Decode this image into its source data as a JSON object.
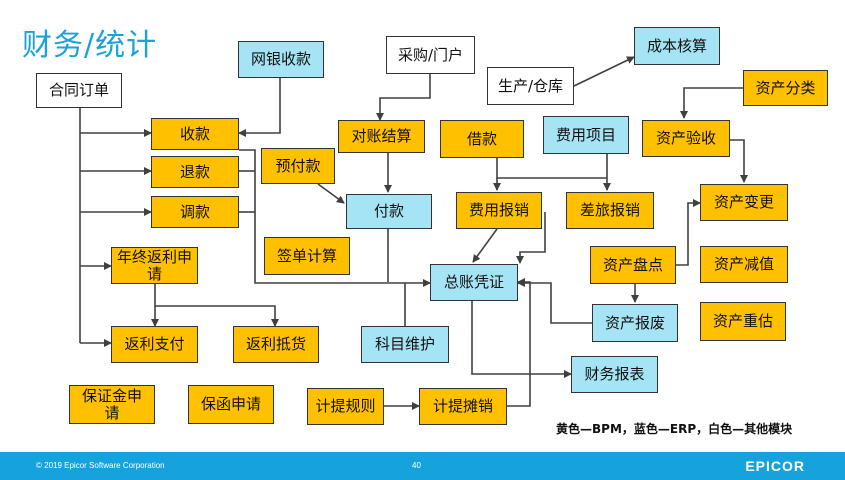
{
  "title": "财务/统计",
  "nodes": {
    "hetong": "合同订单",
    "wangyin": "网银收款",
    "caigou": "采购/门户",
    "chengben": "成本核算",
    "shengchan": "生产/仓库",
    "zichanfenlei": "资产分类",
    "shoukuan": "收款",
    "duizhang": "对账结算",
    "jiekuan": "借款",
    "feiyongxiangmu": "费用项目",
    "zichanyanshou": "资产验收",
    "tuikuan": "退款",
    "yufukuan": "预付款",
    "fukuan": "付款",
    "feiyongbaoxiao": "费用报销",
    "chailv": "差旅报销",
    "zichanbiangeng": "资产变更",
    "tiaokuan": "调款",
    "qiandan": "签单计算",
    "nianzhong": "年终返利申请",
    "zongzhang": "总账凭证",
    "zichanpandian": "资产盘点",
    "zichanjianzhi": "资产减值",
    "fanlizhifu": "返利支付",
    "fanlidihuo": "返利抵货",
    "kemu": "科目维护",
    "zichanbaofei": "资产报废",
    "zichanzhonggu": "资产重估",
    "caiwubaobiao": "财务报表",
    "baozhengjin": "保证金申请",
    "baohan": "保函申请",
    "jiti": "计提规则",
    "jititanxiao": "计提摊销"
  },
  "legend": "黄色—BPM，蓝色—ERP，白色—其他模块",
  "footer": {
    "copyright": "© 2019 Epicor Software Corporation",
    "page": "40",
    "logo": "EPICOR"
  },
  "colors": {
    "bpm": "#ffc000",
    "erp": "#a4e4f4",
    "other": "#ffffff",
    "title": "#1aa3d9",
    "footer": "#16a2dd"
  }
}
